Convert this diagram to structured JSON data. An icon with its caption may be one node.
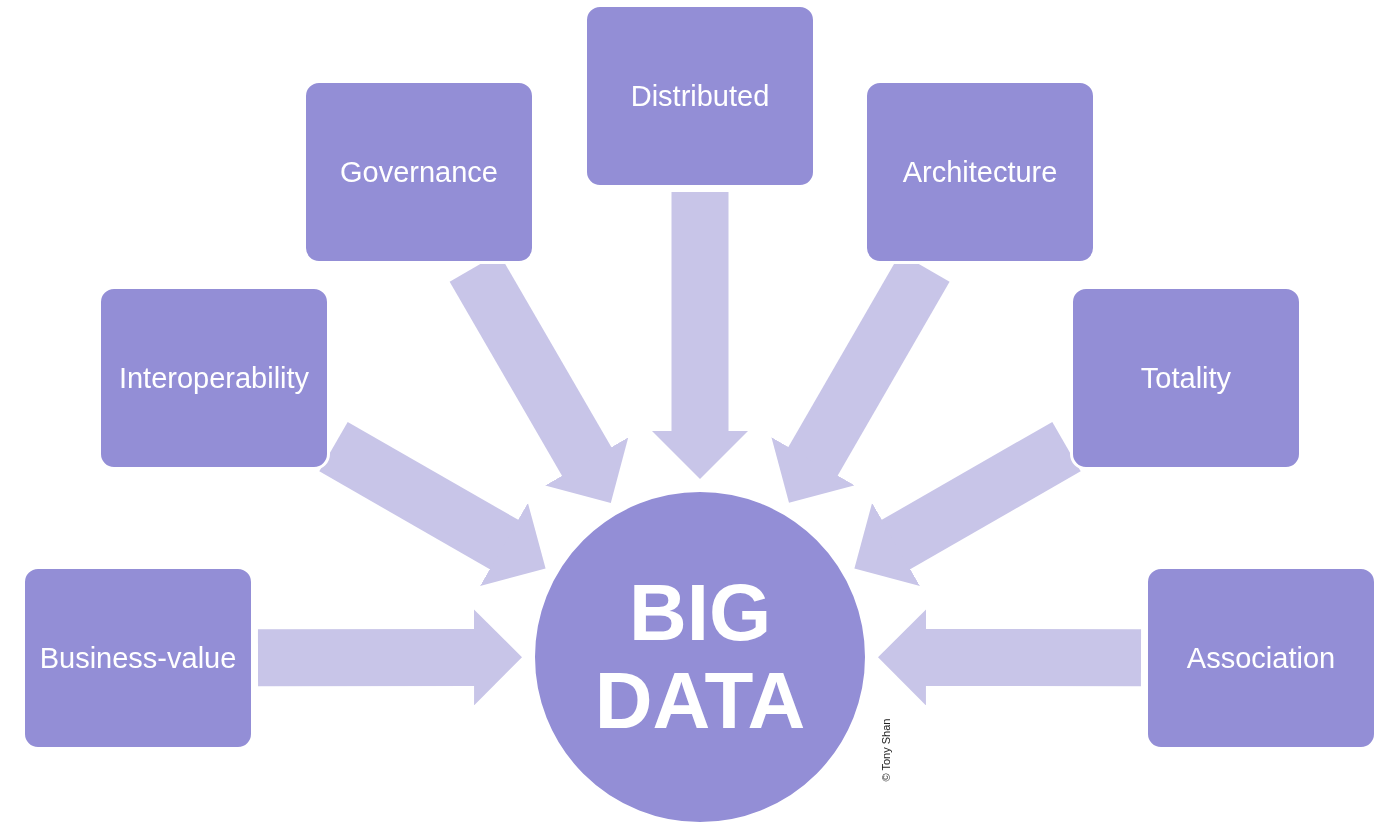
{
  "diagram": {
    "nodes": [
      {
        "text": [
          "Business-value"
        ]
      },
      {
        "text": [
          "Interoperability"
        ]
      },
      {
        "text": [
          "Governance"
        ]
      },
      {
        "text": [
          "Distributed"
        ]
      },
      {
        "text": [
          "Architecture"
        ]
      },
      {
        "text": [
          "Totality"
        ]
      },
      {
        "text": [
          "Association"
        ]
      },
      {
        "text": [
          "BIG DATA"
        ]
      }
    ],
    "edges": [
      {
        "from": 0,
        "to": 7,
        "arrow": "to"
      },
      {
        "from": 1,
        "to": 7,
        "arrow": "to"
      },
      {
        "from": 2,
        "to": 7,
        "arrow": "to"
      },
      {
        "from": 3,
        "to": 7,
        "arrow": "to"
      },
      {
        "from": 4,
        "to": 7,
        "arrow": "to"
      },
      {
        "from": 5,
        "to": 7,
        "arrow": "to"
      },
      {
        "from": 6,
        "to": 7,
        "arrow": "to"
      }
    ],
    "labels": [
      "© Tony Shan"
    ]
  }
}
